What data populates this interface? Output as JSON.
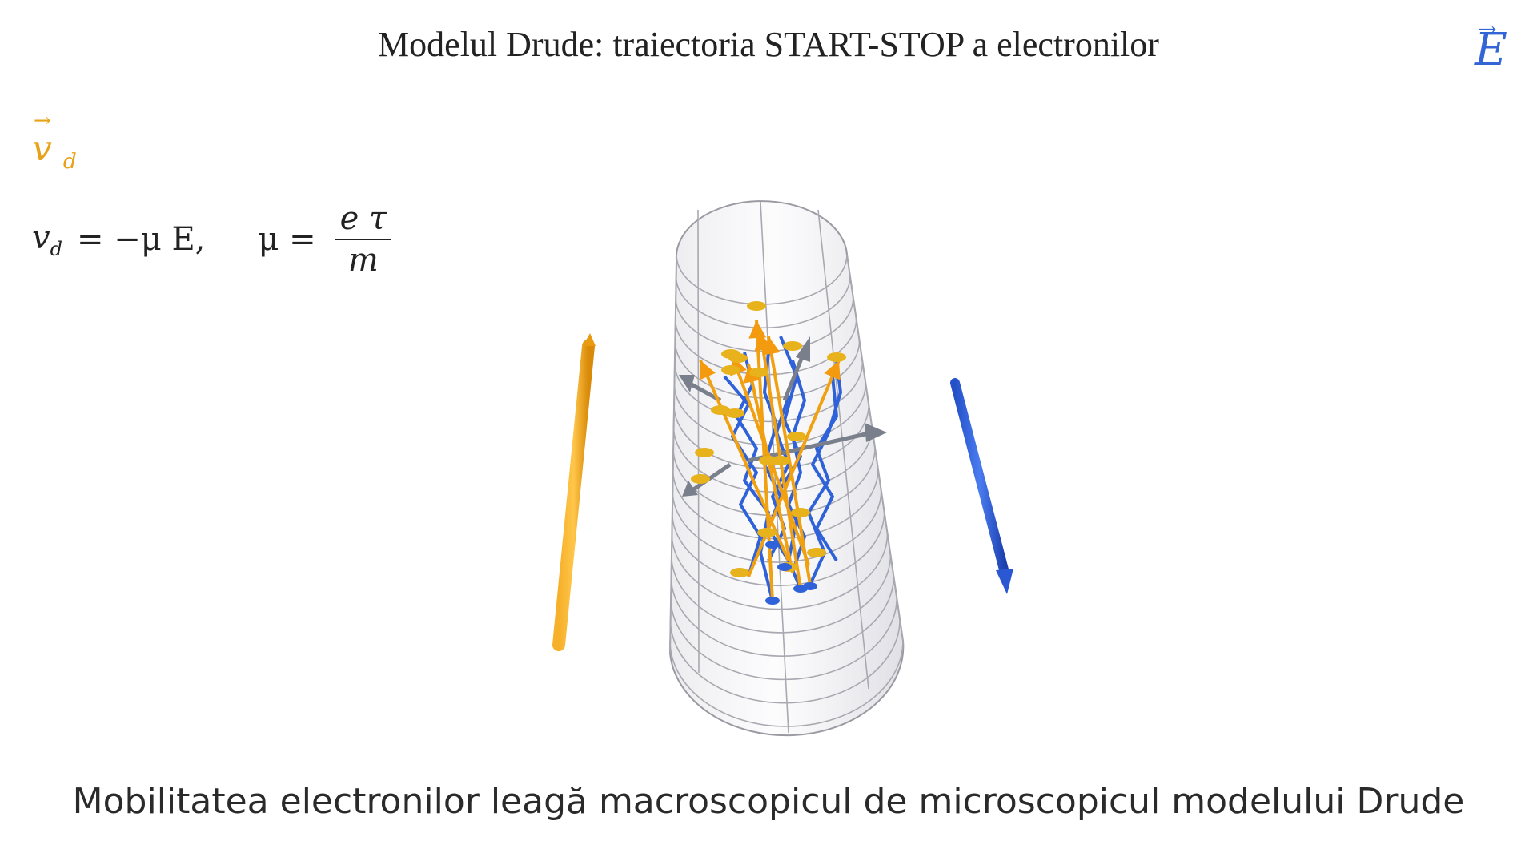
{
  "title": "Modelul Drude: traiectoria START-STOP a electronilor",
  "field_label": {
    "symbol": "E",
    "arrow": "→"
  },
  "drift_label": {
    "symbol": "v",
    "subscript": "d",
    "arrow": "→"
  },
  "formula": {
    "lhs_symbol": "v",
    "lhs_subscript": "d",
    "rhs": "= −μ E,",
    "mu": "μ =",
    "numerator": "e τ",
    "denominator": "m"
  },
  "caption": "Mobilitatea electronilor leagă macroscopicul de microscopicul modelului Drude",
  "colors": {
    "field": "#2f5fd6",
    "drift": "#f0a010",
    "path": "#2f62d8",
    "dot": "#e8b21c",
    "cylinder": "#c8c8cc",
    "gray_arrow": "#7a7f8c"
  }
}
